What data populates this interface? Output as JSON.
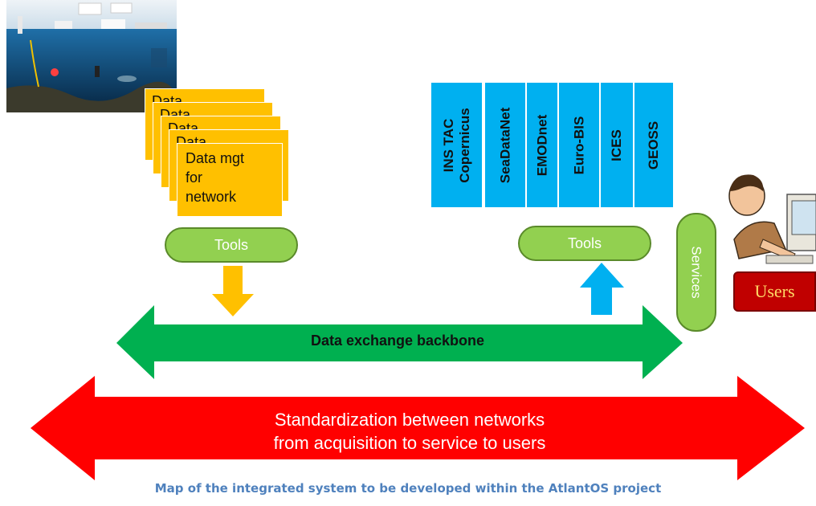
{
  "cards": {
    "back_label": "Data",
    "front_lines": [
      "Data mgt",
      "for",
      "network"
    ]
  },
  "tools_left": "Tools",
  "tools_right": "Tools",
  "standards": [
    {
      "lines": [
        "INS TAC",
        "Copernicus"
      ]
    },
    {
      "lines": [
        "SeaDataNet"
      ]
    },
    {
      "lines": [
        "EMODnet"
      ]
    },
    {
      "lines": [
        "Euro-BIS"
      ]
    },
    {
      "lines": [
        "ICES"
      ]
    },
    {
      "lines": [
        "GEOSS"
      ]
    }
  ],
  "services": "Services",
  "users": "Users",
  "backbone": "Data exchange backbone",
  "standardization": {
    "line1": "Standardization  between networks",
    "line2": "from acquisition to service to users"
  },
  "caption": "Map of the integrated system to be developed within the AtlantOS project",
  "colors": {
    "card": "#ffc000",
    "tools": "#92d050",
    "standard_col": "#00b0f0",
    "down_arrow": "#ffc000",
    "up_arrow": "#00b0f0",
    "backbone": "#00b050",
    "standardization": "#ff0000",
    "users": "#c00000",
    "caption": "#4f81bd"
  },
  "icons": {
    "ocean": "ocean-observing-illustration-icon",
    "user": "user-at-computer-icon"
  }
}
